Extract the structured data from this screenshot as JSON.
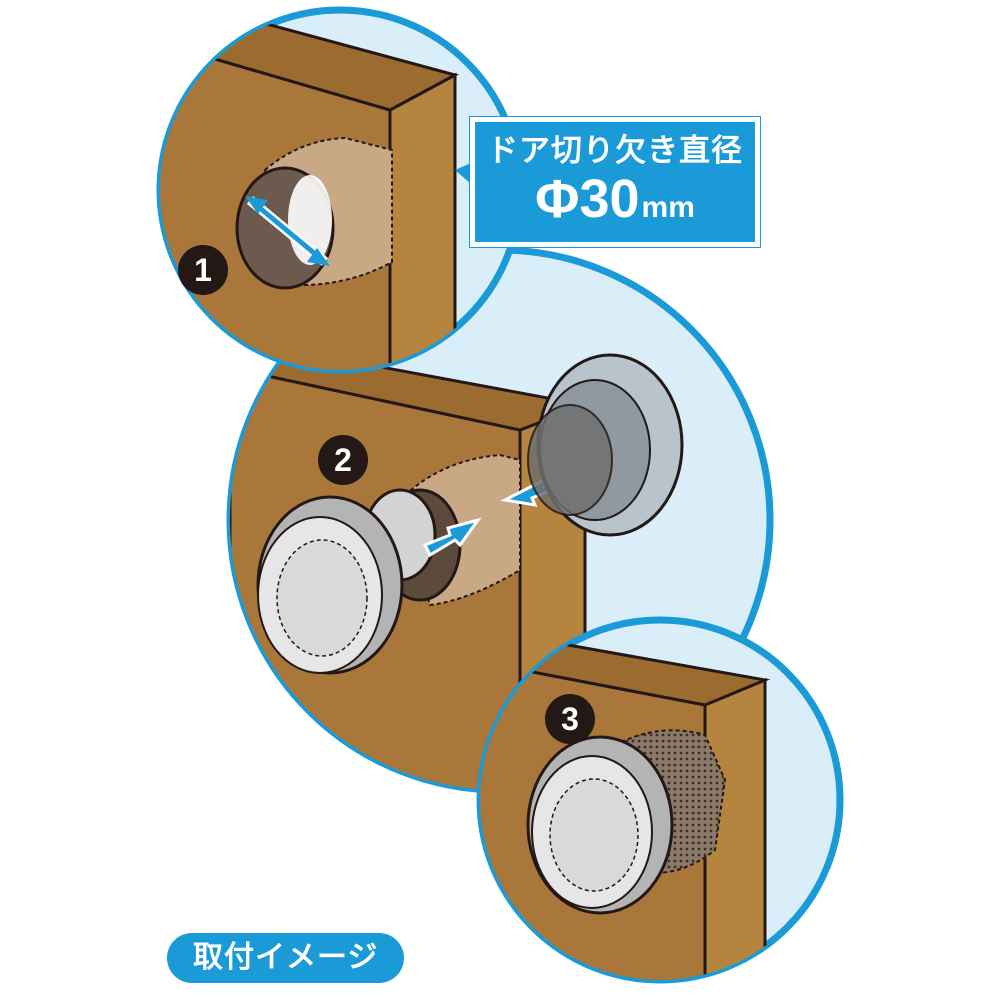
{
  "callout": {
    "label": "ドア切り欠き直径",
    "value": "Φ30",
    "unit": "mm"
  },
  "steps": [
    {
      "number": "1"
    },
    {
      "number": "2"
    },
    {
      "number": "3"
    }
  ],
  "caption": "取付イメージ",
  "colors": {
    "accent_blue": "#1a9ad6",
    "panel_fill": "#d9eef9",
    "wood_front": "#a9773a",
    "wood_side": "#b5853f",
    "hole_interior": "#c9a886",
    "badge": "#231815"
  }
}
